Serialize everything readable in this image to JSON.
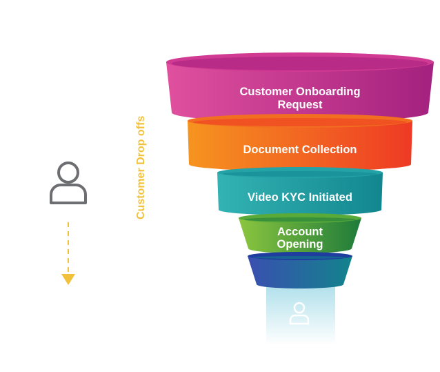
{
  "side_label": "Customer Drop offs",
  "stages": [
    {
      "lines": [
        "Customer Onboarding",
        "Request"
      ],
      "colors": [
        "#e0509e",
        "#a4217f"
      ],
      "rim": "#d03a92"
    },
    {
      "lines": [
        "Document Collection"
      ],
      "colors": [
        "#f6941f",
        "#ee3a24"
      ],
      "rim": "#f26f21"
    },
    {
      "lines": [
        "Video KYC Initiated"
      ],
      "colors": [
        "#33b3b3",
        "#12868f"
      ],
      "rim": "#24a3a6"
    },
    {
      "lines": [
        "Account",
        "Opening"
      ],
      "colors": [
        "#8cc63f",
        "#1e7b3a"
      ],
      "rim": "#5aaa3a"
    },
    {
      "lines": [],
      "colors": [
        "#3a4fb0",
        "#12838c"
      ],
      "rim": "#1e3d9e"
    }
  ],
  "icons": {
    "dropoff_user": "user-outline-icon",
    "arrow": "arrow-down-icon",
    "output_user": "user-outline-icon"
  },
  "colors": {
    "accent": "#f2c13c",
    "icon_gray": "#6d6e71",
    "output_beam": "#bfe6ef"
  }
}
